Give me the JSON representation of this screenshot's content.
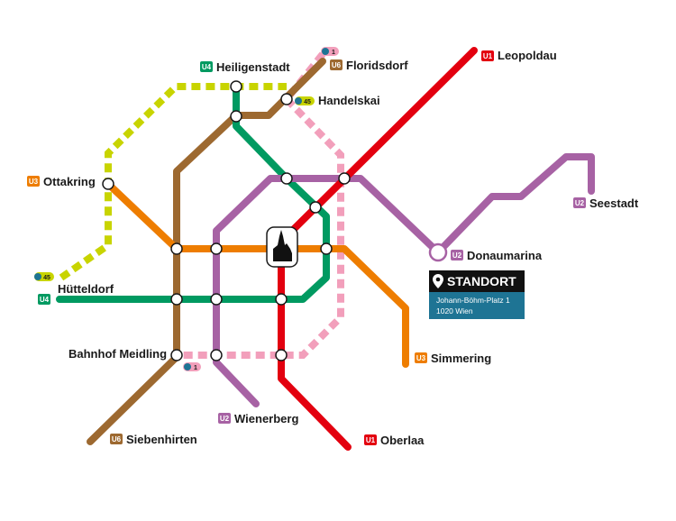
{
  "colors": {
    "U1": "#e3000f",
    "U2": "#a762a4",
    "U3": "#ee7d00",
    "U4": "#009a61",
    "U6": "#9d6930",
    "S45": "#c8d400",
    "S1": "#f29fbb",
    "standort_head": "#111111",
    "standort_body": "#1e7494"
  },
  "line_badges": {
    "U1": "U1",
    "U2": "U2",
    "U3": "U3",
    "U4": "U4",
    "U6": "U6"
  },
  "sbahn_badges": {
    "s45": "45",
    "s1": "1"
  },
  "stations": {
    "leopoldau": "Leopoldau",
    "heiligenstadt": "Heiligenstadt",
    "floridsdorf": "Floridsdorf",
    "handelskai": "Handelskai",
    "ottakring": "Ottakring",
    "seestadt": "Seestadt",
    "donaumarina": "Donaumarina",
    "huetteldorf": "Hütteldorf",
    "bahnhof_meidling": "Bahnhof Meidling",
    "simmering": "Simmering",
    "wienerberg": "Wienerberg",
    "siebenhirten": "Siebenhirten",
    "oberlaa": "Oberlaa"
  },
  "standort": {
    "title": "STANDORT",
    "address_line1": "Johann-Böhm-Platz 1",
    "address_line2": "1020 Wien"
  }
}
